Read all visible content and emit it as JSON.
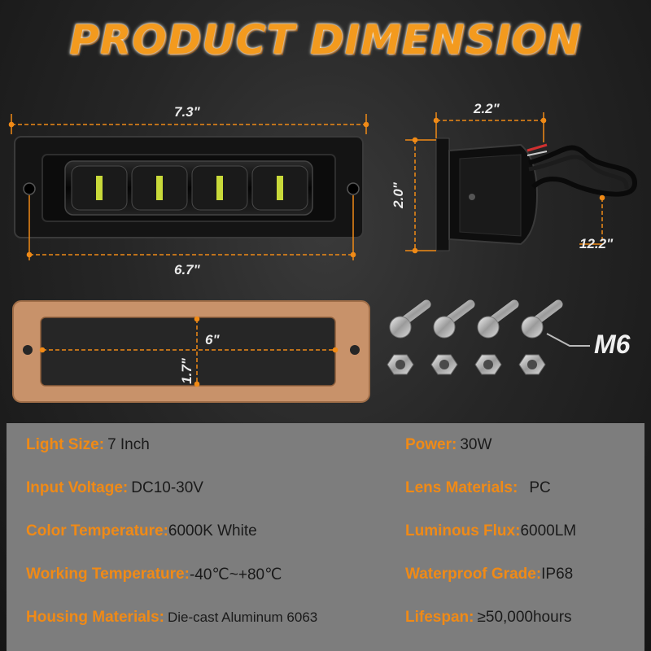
{
  "title": "PRODUCT DIMENSION",
  "dimensions": {
    "front_width": "7.3\"",
    "front_inner_width": "6.7\"",
    "side_depth": "2.2\"",
    "side_height": "2.0\"",
    "cable_length": "12.2\"",
    "gasket_width": "6\"",
    "gasket_height": "1.7\"",
    "screw_size": "M6"
  },
  "specs": [
    {
      "left": {
        "label": "Light Size:",
        "value": "7 Inch"
      },
      "right": {
        "label": "Power:",
        "value": "30W"
      }
    },
    {
      "left": {
        "label": "Input Voltage:",
        "value": "DC10-30V"
      },
      "right": {
        "label": "Lens Materials:",
        "value": "PC"
      }
    },
    {
      "left": {
        "label": "Color Temperature:",
        "value": "6000K White"
      },
      "right": {
        "label": "Luminous Flux:",
        "value": "6000LM"
      }
    },
    {
      "left": {
        "label": "Working Temperature:",
        "value": "-40℃~+80℃"
      },
      "right": {
        "label": "Waterproof Grade:",
        "value": "IP68"
      }
    },
    {
      "left": {
        "label": "Housing Materials:",
        "value": "Die-cast Aluminum 6063"
      },
      "right": {
        "label": "Lifespan:",
        "value": "≥50,000hours"
      }
    }
  ],
  "colors": {
    "accent": "#f08a16",
    "table_bg": "#7d7d7d"
  }
}
